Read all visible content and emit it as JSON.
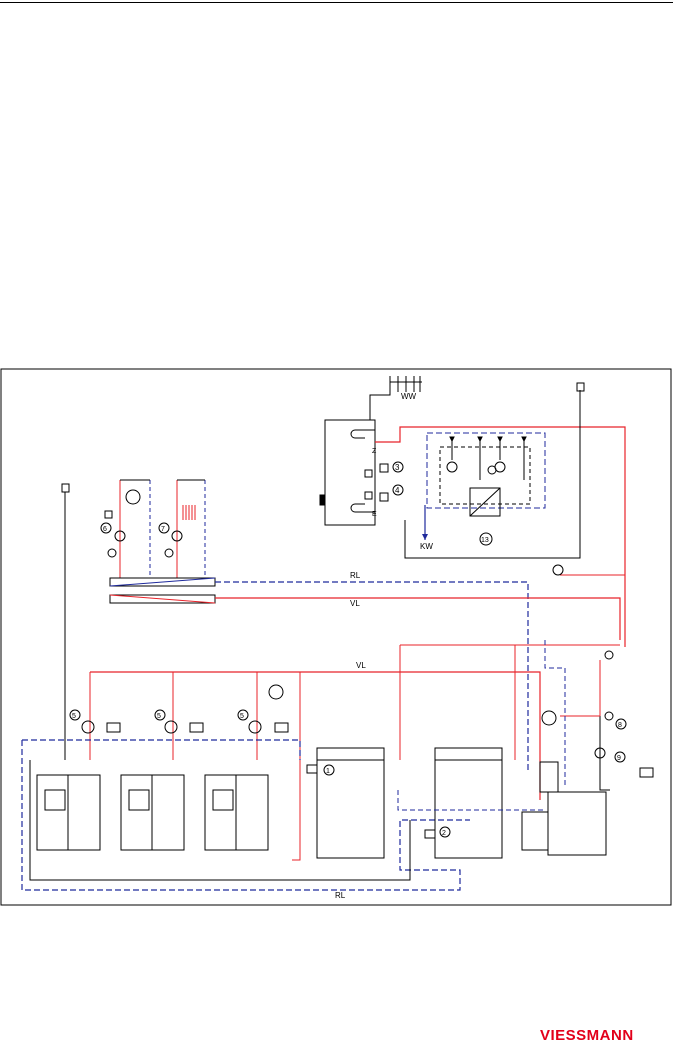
{
  "diagram": {
    "colors": {
      "flow": "#e8232a",
      "return": "#1f2a9c",
      "line": "#000000"
    },
    "labels": {
      "ww": "WW",
      "kw": "KW",
      "rl_top": "RL",
      "vl_top": "VL",
      "vl_mid": "VL",
      "rl_bottom": "RL",
      "z": "Z",
      "e": "E"
    },
    "numbers": {
      "n1": "1",
      "n2": "2",
      "n3": "3",
      "n4": "4",
      "n5a": "5",
      "n5b": "5",
      "n5c": "5",
      "n6": "6",
      "n7": "7",
      "n8": "8",
      "n9": "9",
      "n13": "13"
    }
  },
  "brand": {
    "logo_text": "VIESSMANN",
    "logo_color": "#e2001a"
  }
}
